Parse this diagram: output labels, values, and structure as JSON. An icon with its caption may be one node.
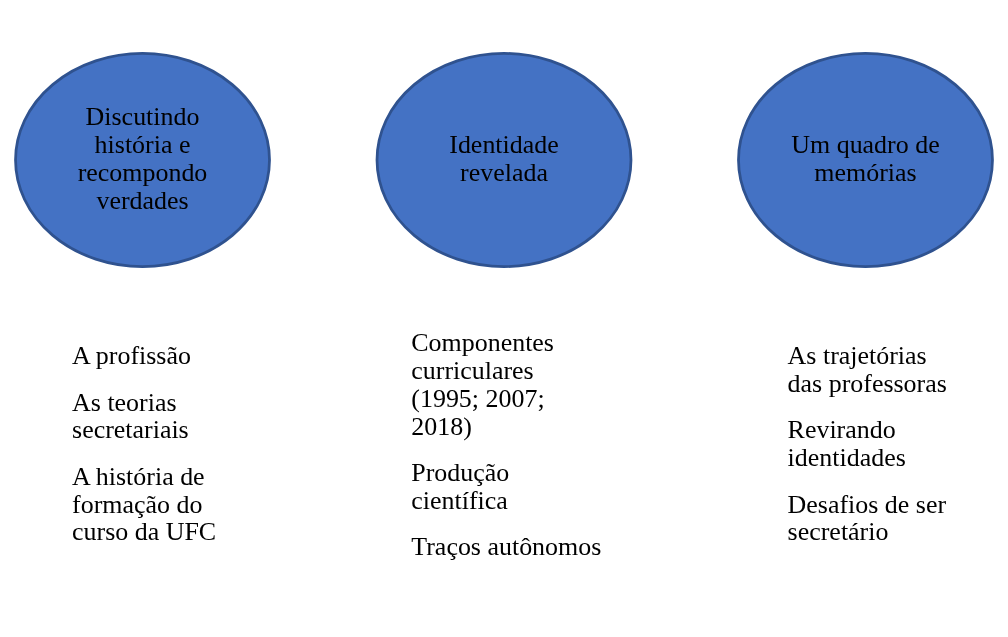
{
  "diagram": {
    "nodes": [
      {
        "text": [
          "Discutindo história e recompondo verdades"
        ],
        "beside": [
          "A profissão",
          "As teorias secretariais",
          "A história de formação do curso da UFC"
        ]
      },
      {
        "text": [
          "Identidade revelada"
        ],
        "beside": [
          "Componentes curriculares (1995; 2007; 2018)",
          "Produção científica",
          "Traços autônomos"
        ]
      },
      {
        "text": [
          "Um quadro de memórias"
        ],
        "beside": [
          "As trajetórias das professoras",
          "Revirando identidades",
          "Desafios de ser secretário"
        ]
      }
    ],
    "edges": []
  }
}
